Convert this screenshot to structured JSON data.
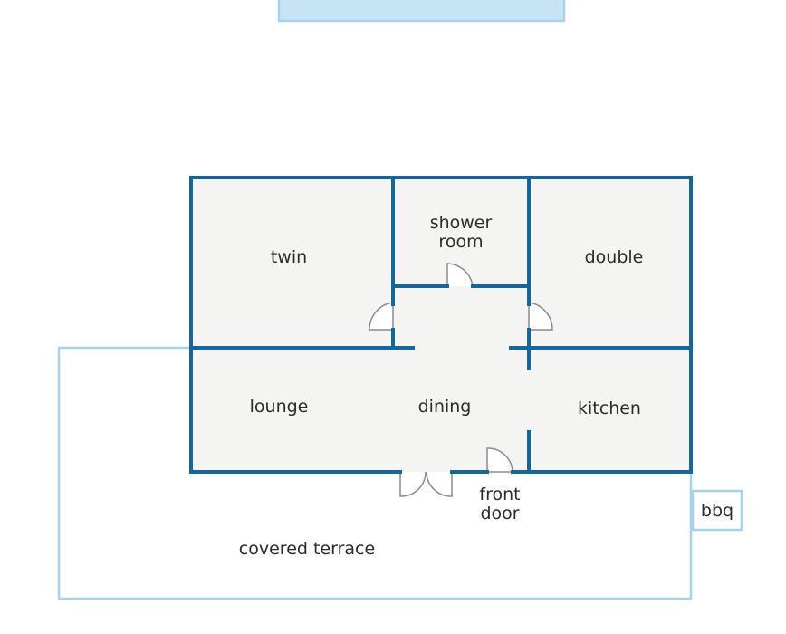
{
  "floorplan": {
    "rooms": {
      "twin": "twin",
      "shower_line1": "shower",
      "shower_line2": "room",
      "double": "double",
      "lounge": "lounge",
      "dining": "dining",
      "kitchen": "kitchen"
    },
    "front_door_line1": "front",
    "front_door_line2": "door",
    "terrace": "covered terrace",
    "bbq": "bbq"
  },
  "colors": {
    "wall": "#15669a",
    "floor": "#f4f4f3",
    "terrace_outline": "#a6d3ec",
    "top_fill": "#c7e4f7",
    "door": "#8c8c8c"
  }
}
